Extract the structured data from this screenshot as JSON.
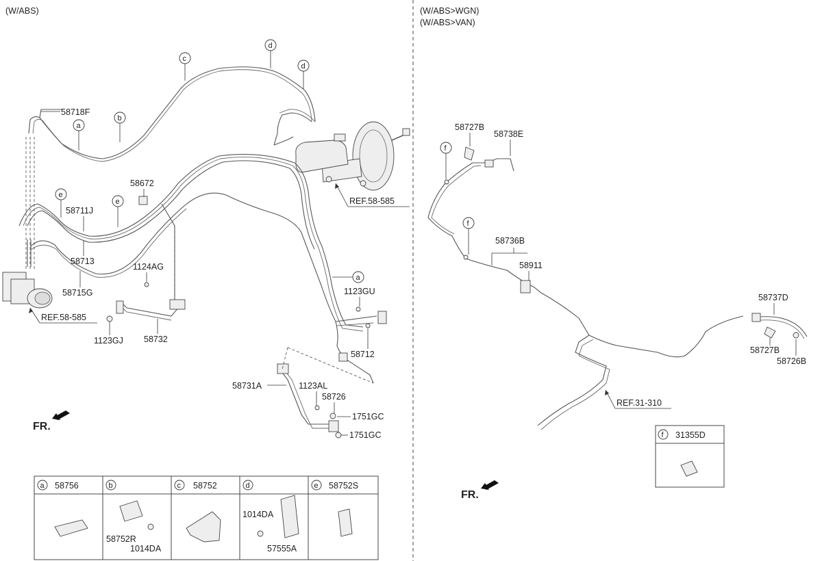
{
  "left": {
    "header": "(W/ABS)",
    "fr_label": "FR.",
    "callouts": {
      "c": "c",
      "d1": "d",
      "d2": "d",
      "b": "b",
      "a1": "a",
      "e1": "e",
      "e2": "e",
      "a2": "a"
    },
    "labels": {
      "p58718F": "58718F",
      "p58672": "58672",
      "p58711J": "58711J",
      "p58713": "58713",
      "p1124AG": "1124AG",
      "p58715G": "58715G",
      "ref58585_left": "REF.58-585",
      "ref58585_top": "REF.58-585",
      "p1123GJ": "1123GJ",
      "p58732": "58732",
      "p1123GU": "1123GU",
      "p58712": "58712",
      "p58731A": "58731A",
      "p1123AL": "1123AL",
      "p58726": "58726",
      "p1751GC_a": "1751GC",
      "p1751GC_b": "1751GC"
    },
    "legend": [
      {
        "letter": "a",
        "part": "58756",
        "subs": []
      },
      {
        "letter": "b",
        "part": "",
        "subs": [
          "58752R",
          "1014DA"
        ]
      },
      {
        "letter": "c",
        "part": "58752",
        "subs": []
      },
      {
        "letter": "d",
        "part": "",
        "subs": [
          "1014DA",
          "57555A"
        ]
      },
      {
        "letter": "e",
        "part": "58752S",
        "subs": []
      }
    ]
  },
  "right": {
    "header1": "(W/ABS>WGN)",
    "header2": "(W/ABS>VAN)",
    "fr_label": "FR.",
    "callouts": {
      "f1": "f",
      "f2": "f"
    },
    "labels": {
      "p58727B_top": "58727B",
      "p58738E": "58738E",
      "p58736B": "58736B",
      "p58911": "58911",
      "p58737D": "58737D",
      "p58727B_bot": "58727B",
      "p58726B": "58726B",
      "ref31310": "REF.31-310"
    },
    "legend": {
      "letter": "f",
      "part": "31355D"
    }
  }
}
